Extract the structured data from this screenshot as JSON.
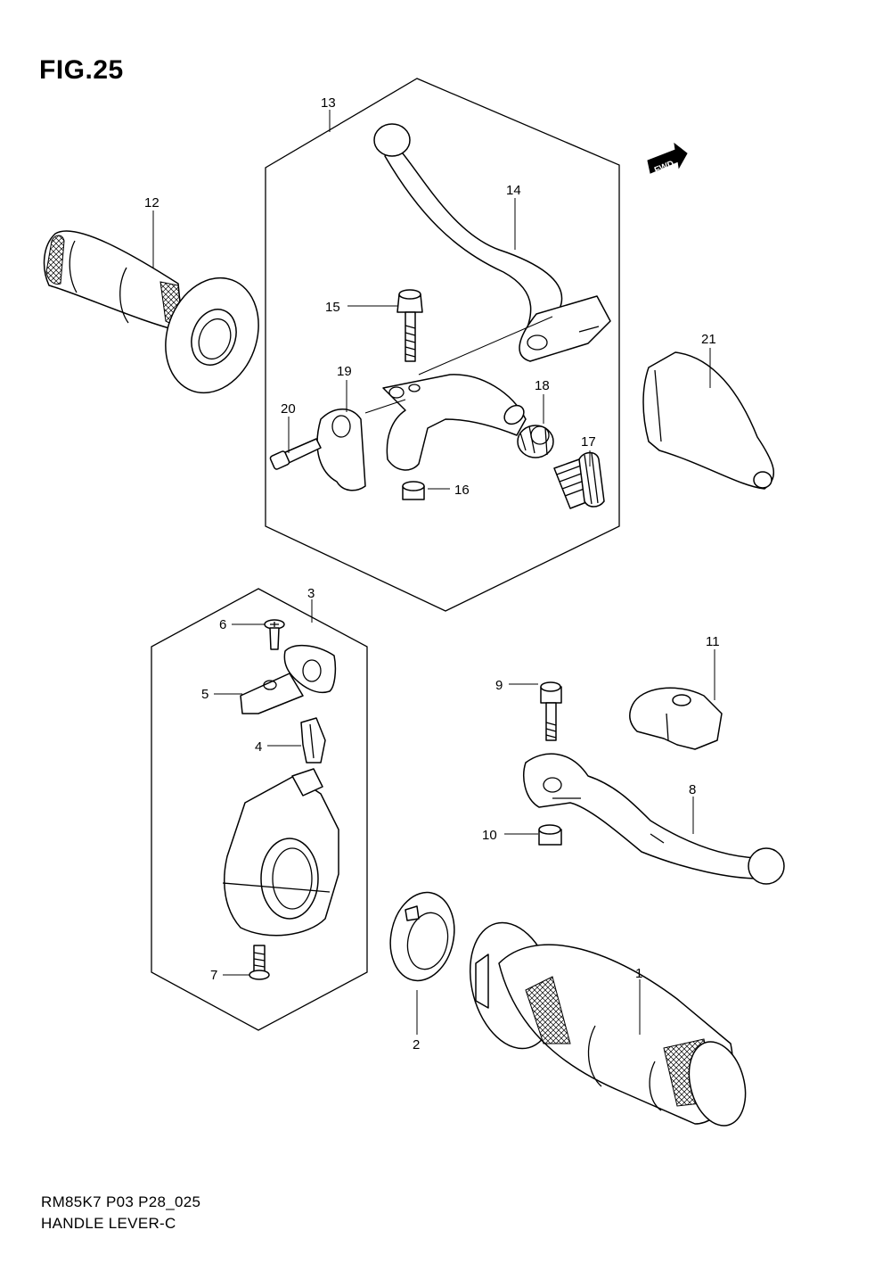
{
  "figure": {
    "title": "FIG.25",
    "model_code": "RM85K7 P03 P28_025",
    "section_name": "HANDLE LEVER-C",
    "fwd_label": "FWD"
  },
  "parts": [
    {
      "id": "part-1",
      "ref": "1"
    },
    {
      "id": "part-2",
      "ref": "2"
    },
    {
      "id": "part-3",
      "ref": "3"
    },
    {
      "id": "part-4",
      "ref": "4"
    },
    {
      "id": "part-5",
      "ref": "5"
    },
    {
      "id": "part-6",
      "ref": "6"
    },
    {
      "id": "part-7",
      "ref": "7"
    },
    {
      "id": "part-8",
      "ref": "8"
    },
    {
      "id": "part-9",
      "ref": "9"
    },
    {
      "id": "part-10",
      "ref": "10"
    },
    {
      "id": "part-11",
      "ref": "11"
    },
    {
      "id": "part-12",
      "ref": "12"
    },
    {
      "id": "part-13",
      "ref": "13"
    },
    {
      "id": "part-14",
      "ref": "14"
    },
    {
      "id": "part-15",
      "ref": "15"
    },
    {
      "id": "part-16",
      "ref": "16"
    },
    {
      "id": "part-17",
      "ref": "17"
    },
    {
      "id": "part-18",
      "ref": "18"
    },
    {
      "id": "part-19",
      "ref": "19"
    },
    {
      "id": "part-20",
      "ref": "20"
    },
    {
      "id": "part-21",
      "ref": "21"
    }
  ]
}
